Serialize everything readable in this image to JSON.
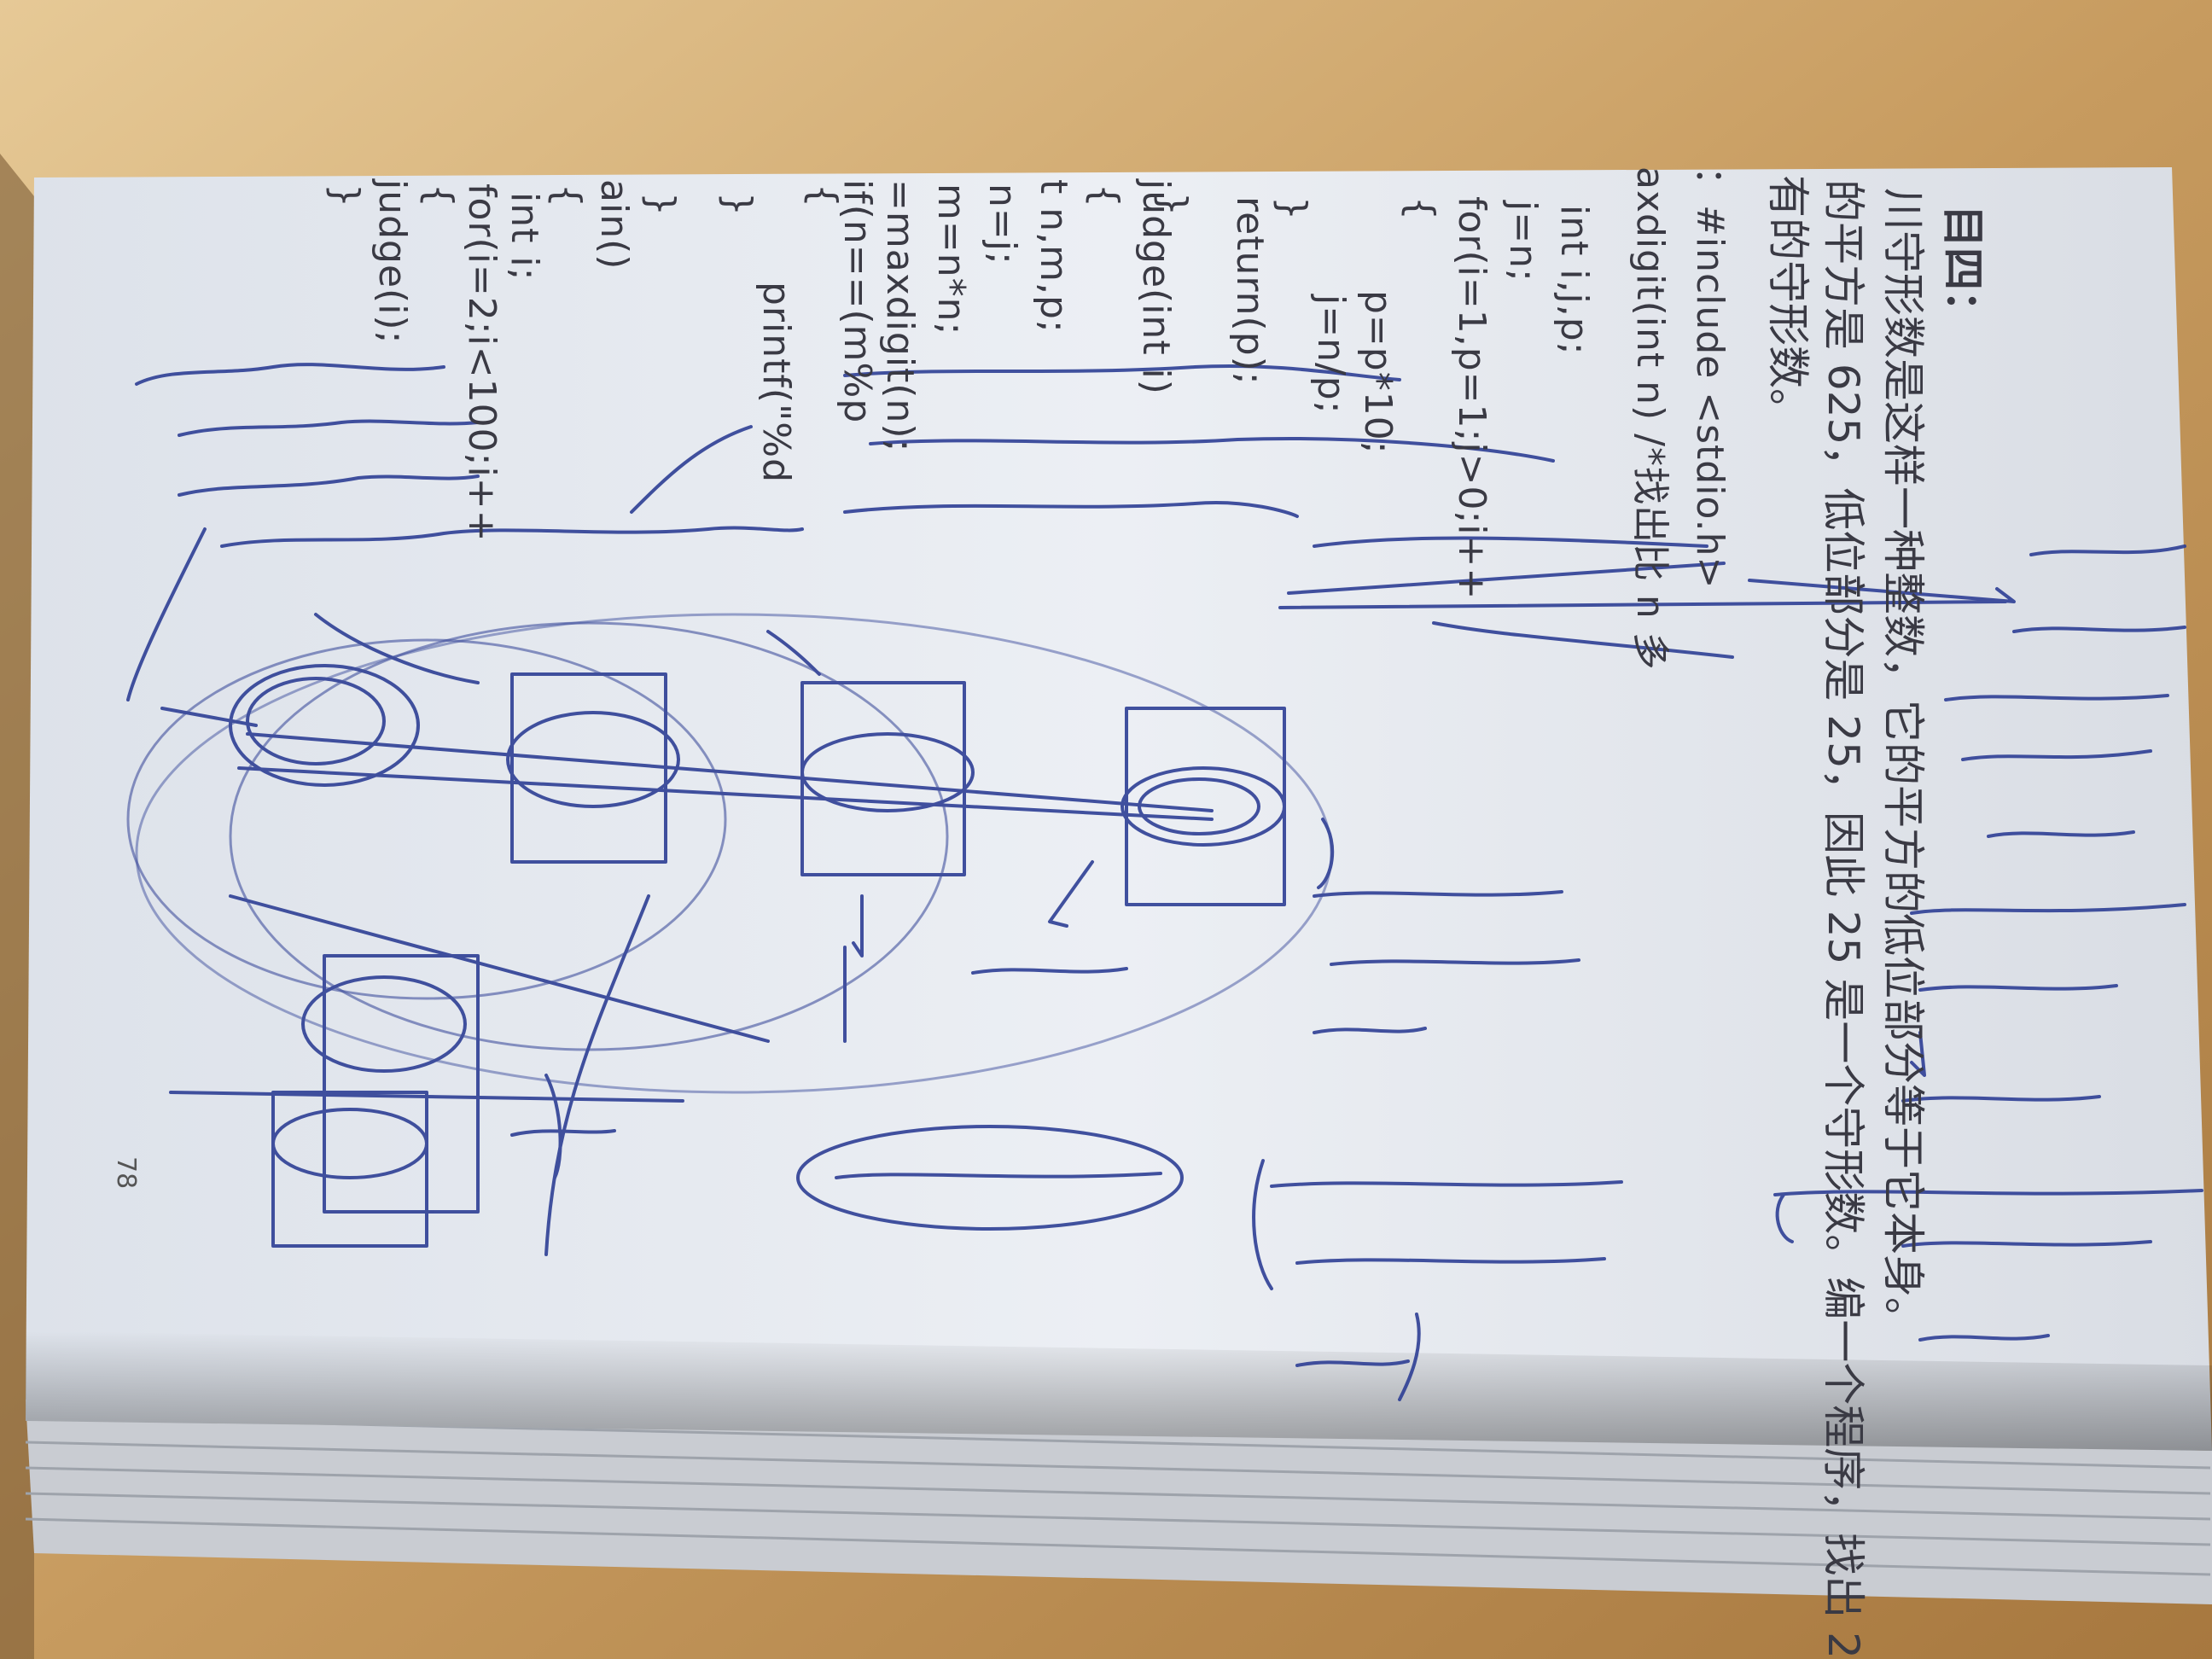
{
  "page": {
    "number": "78",
    "heading": "目四：",
    "problem_lines": [
      "川守形数是这样一种整数，它的平方的低位部分等于它本身。",
      "的平方是 625，低位部分是 25，因此 25 是一个守形数。编一个程序，找出 2",
      "有的守形数。"
    ],
    "include_line": "：#include <stdio.h>",
    "maxdigit_line": "axdigit(int n)  /*找出比 n 多",
    "code_lines": [
      "int i,j,p;",
      "j=n;",
      "for(i=1,p=1;j>0;i++",
      "{",
      "p=p*10;",
      "j=n/p;",
      "}",
      "return(p);",
      "}",
      "judge(int i)",
      "{",
      "t n,m,p;",
      "n=j;",
      "m=n*n;",
      "=maxdigit(n);",
      "if(n==(m%p",
      "{",
      "printf(\"%d",
      "}",
      "}",
      "ain()",
      "{",
      "int i;",
      "for(i=2;i<100;i++",
      "{",
      "judge(i);",
      "}"
    ]
  },
  "colors": {
    "desk": "#cfa56d",
    "paper": "#e7ebf1",
    "ink": "#2e3f95",
    "print": "#3a3a44"
  }
}
